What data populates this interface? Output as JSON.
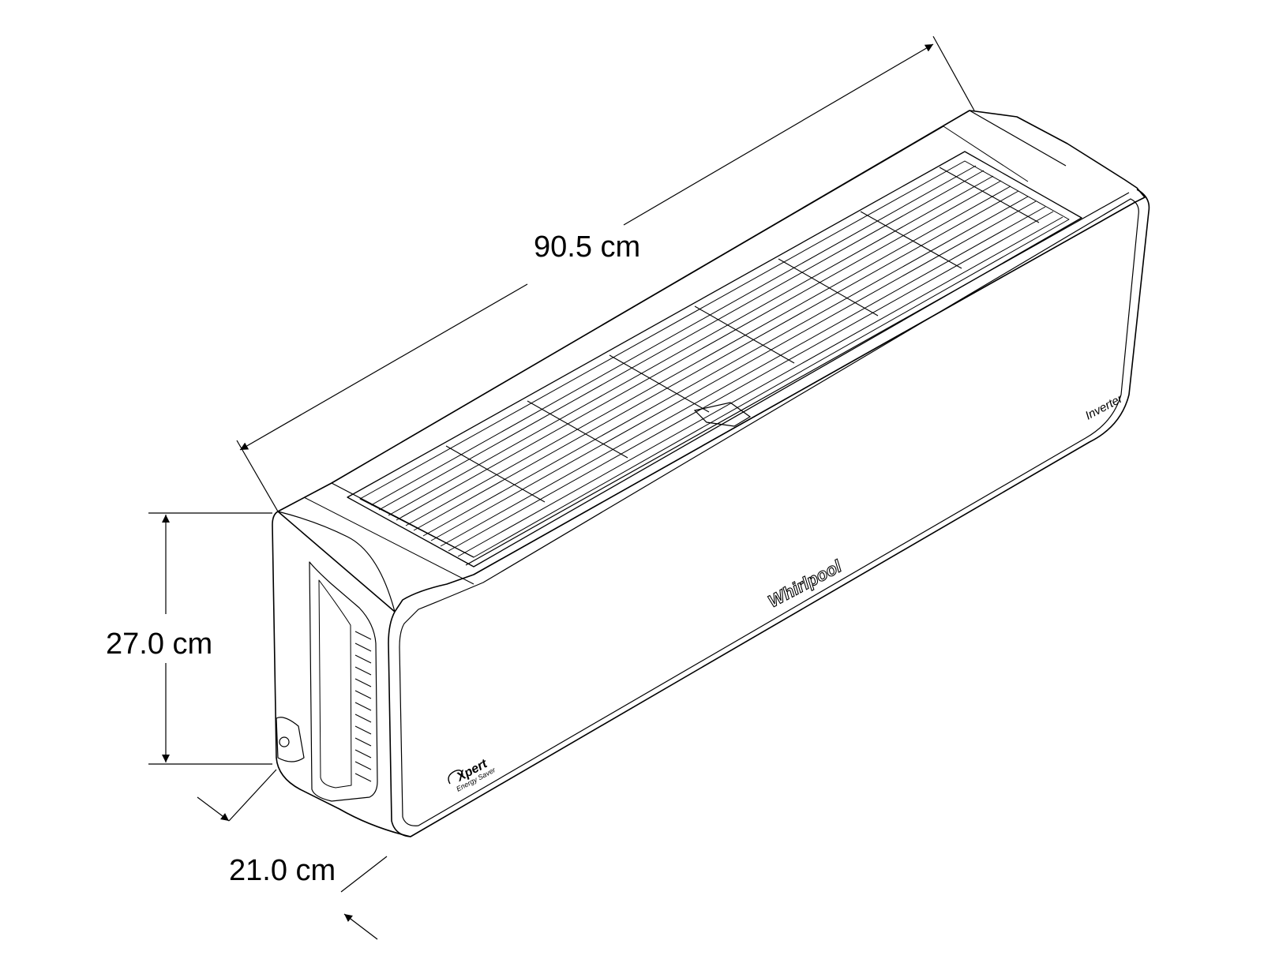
{
  "dimensions": {
    "width_label": "90.5 cm",
    "height_label": "27.0 cm",
    "depth_label": "21.0 cm"
  },
  "badges": {
    "brand": "Whirlpool",
    "inverter": "Inverter",
    "xpert_title": "Xpert",
    "xpert_subtitle": "Energy Saver"
  }
}
